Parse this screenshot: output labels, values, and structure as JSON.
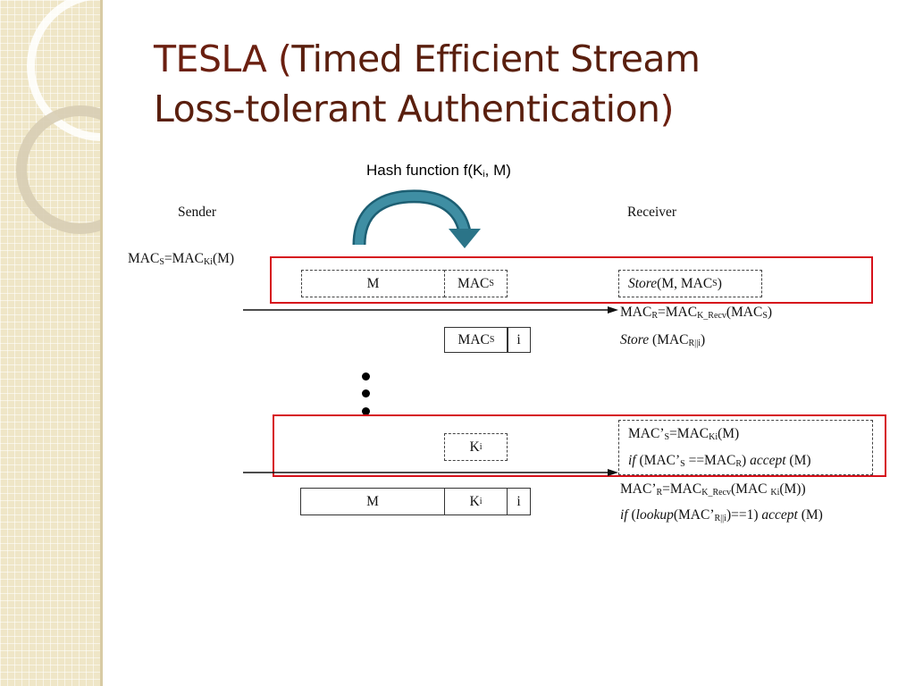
{
  "title": {
    "part1": "TESLA (",
    "part2": "Timed Efficient Stream",
    "part3": "Loss-tolerant Authentication",
    "part4": ")"
  },
  "hash_label": {
    "prefix": "Hash function f(K",
    "sub": "i",
    "suffix": ", M)"
  },
  "diagram": {
    "sender_label": "Sender",
    "receiver_label": "Receiver",
    "sender_formula": {
      "a": "MAC",
      "a_sub": "S",
      "b": "=MAC",
      "b_sub": "Ki",
      "c": "(M)"
    },
    "row1": {
      "m": "M",
      "macs": "MAC",
      "macs_sub": "S",
      "store": "Store",
      "store_args": " (M, MAC",
      "store_sub": "S",
      "store_end": ")"
    },
    "recv1": {
      "a": "MAC",
      "a_sub": "R",
      "b": "=MAC",
      "b_sub": "K_Recv",
      "c": "(MAC",
      "c_sub": "S",
      "d": ")"
    },
    "row2": {
      "macs": "MAC",
      "macs_sub": "S",
      "i": "i"
    },
    "recv2": {
      "store": "Store",
      "a": " (MAC",
      "a_sub": "R||i",
      "b": ")"
    },
    "row3": {
      "k": "K",
      "k_sub": "i"
    },
    "recv3a": {
      "a": "MAC’",
      "a_sub": "S",
      "b": "=MAC",
      "b_sub": "Ki",
      "c": "(M)"
    },
    "recv3b": {
      "if": "if",
      "a": " (MAC’",
      "a_sub": "S",
      "b": " ==MAC",
      "b_sub": "R",
      "c": ") ",
      "accept": "accept",
      "d": " (M)"
    },
    "row4": {
      "m": "M",
      "k": "K",
      "k_sub": "i",
      "i": "i"
    },
    "recv4a": {
      "a": "MAC’",
      "a_sub": "R",
      "b": "=MAC",
      "b_sub": "K_Recv",
      "c": "(MAC ",
      "c_sub": "Ki",
      "d": "(M))"
    },
    "recv4b": {
      "if": "if",
      "a": " (",
      "lookup": "lookup",
      "b": "(MAC’",
      "b_sub": "R||i",
      "c": ")==1) ",
      "accept": "accept",
      "d": " (M)"
    }
  },
  "colors": {
    "title": "#5a1f0e",
    "highlight": "#d6111b",
    "arrow": "#2b7488"
  }
}
